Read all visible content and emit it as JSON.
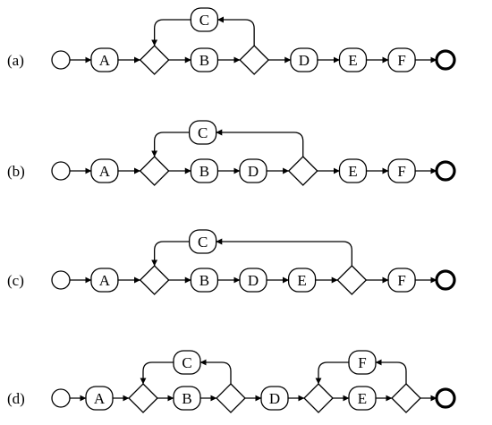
{
  "rows": [
    {
      "label": "(a)",
      "nodes": [
        {
          "id": "s",
          "type": "start"
        },
        {
          "id": "A",
          "type": "task",
          "label": "A"
        },
        {
          "id": "g1",
          "type": "gateway"
        },
        {
          "id": "B",
          "type": "task",
          "label": "B"
        },
        {
          "id": "g2",
          "type": "gateway"
        },
        {
          "id": "D",
          "type": "task",
          "label": "D"
        },
        {
          "id": "E",
          "type": "task",
          "label": "E"
        },
        {
          "id": "F",
          "type": "task",
          "label": "F"
        },
        {
          "id": "e",
          "type": "end"
        }
      ],
      "loops": [
        {
          "label": "C",
          "from": "g2",
          "to": "g1"
        }
      ]
    },
    {
      "label": "(b)",
      "nodes": [
        {
          "id": "s",
          "type": "start"
        },
        {
          "id": "A",
          "type": "task",
          "label": "A"
        },
        {
          "id": "g1",
          "type": "gateway"
        },
        {
          "id": "B",
          "type": "task",
          "label": "B"
        },
        {
          "id": "D",
          "type": "task",
          "label": "D"
        },
        {
          "id": "g2",
          "type": "gateway"
        },
        {
          "id": "E",
          "type": "task",
          "label": "E"
        },
        {
          "id": "F",
          "type": "task",
          "label": "F"
        },
        {
          "id": "e",
          "type": "end"
        }
      ],
      "loops": [
        {
          "label": "C",
          "from": "g2",
          "to": "g1"
        }
      ]
    },
    {
      "label": "(c)",
      "nodes": [
        {
          "id": "s",
          "type": "start"
        },
        {
          "id": "A",
          "type": "task",
          "label": "A"
        },
        {
          "id": "g1",
          "type": "gateway"
        },
        {
          "id": "B",
          "type": "task",
          "label": "B"
        },
        {
          "id": "D",
          "type": "task",
          "label": "D"
        },
        {
          "id": "E",
          "type": "task",
          "label": "E"
        },
        {
          "id": "g2",
          "type": "gateway"
        },
        {
          "id": "F",
          "type": "task",
          "label": "F"
        },
        {
          "id": "e",
          "type": "end"
        }
      ],
      "loops": [
        {
          "label": "C",
          "from": "g2",
          "to": "g1"
        }
      ]
    },
    {
      "label": "(d)",
      "nodes": [
        {
          "id": "s",
          "type": "start"
        },
        {
          "id": "A",
          "type": "task",
          "label": "A"
        },
        {
          "id": "g1",
          "type": "gateway"
        },
        {
          "id": "B",
          "type": "task",
          "label": "B"
        },
        {
          "id": "g2",
          "type": "gateway"
        },
        {
          "id": "D",
          "type": "task",
          "label": "D"
        },
        {
          "id": "g3",
          "type": "gateway"
        },
        {
          "id": "E",
          "type": "task",
          "label": "E"
        },
        {
          "id": "g4",
          "type": "gateway"
        },
        {
          "id": "e",
          "type": "end"
        }
      ],
      "loops": [
        {
          "label": "C",
          "from": "g2",
          "to": "g1"
        },
        {
          "label": "F",
          "from": "g4",
          "to": "g3"
        }
      ]
    }
  ]
}
